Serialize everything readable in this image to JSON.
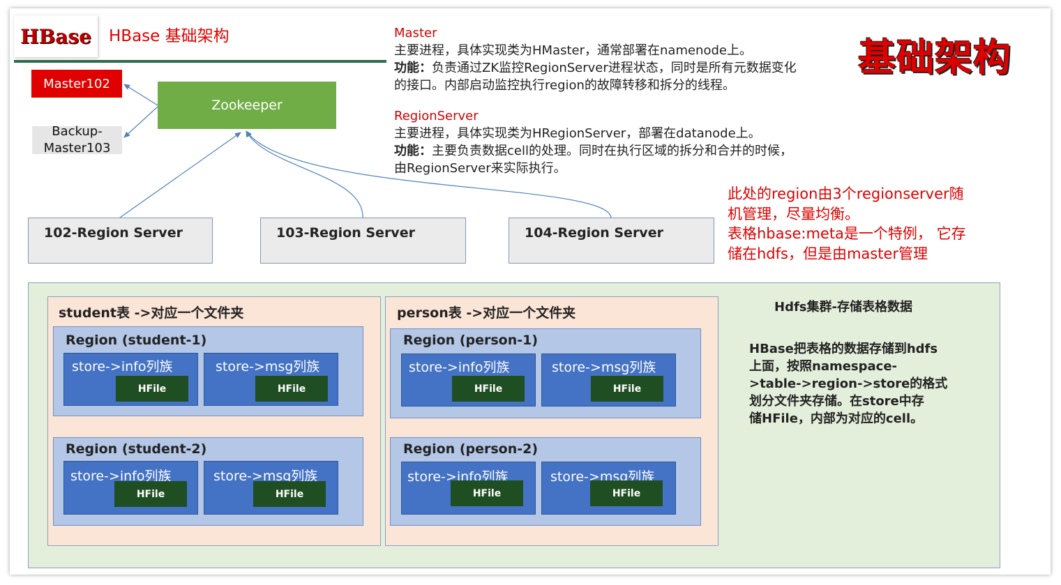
{
  "header": {
    "logo_text": "HBase",
    "title": "HBase 基础架构",
    "big_title": "基础架构"
  },
  "master_desc": {
    "heading": "Master",
    "line1": "主要进程，具体实现类为HMaster，通常部署在namenode上。",
    "func_label": "功能：",
    "line2": "负责通过ZK监控RegionServer进程状态，同时是所有元数据变化",
    "line3": "的接口。内部启动监控执行region的故障转移和拆分的线程。"
  },
  "regionserver_desc": {
    "heading": "RegionServer",
    "line1": "主要进程，具体实现类为HRegionServer，部署在datanode上。",
    "func_label": "功能：",
    "line2": "主要负责数据cell的处理。同时在执行区域的拆分和合并的时候，",
    "line3": "由RegionServer来实际执行。"
  },
  "note": {
    "line1": "此处的region由3个regionserver随",
    "line2": "机管理，尽量均衡。",
    "line3": "表格hbase:meta是一个特例， 它存",
    "line4": "储在hdfs，但是由master管理"
  },
  "nodes": {
    "master": "Master102",
    "backup_line1": "Backup-",
    "backup_line2": "Master103",
    "zookeeper": "Zookeeper",
    "rs1": "102-Region Server",
    "rs2": "103-Region Server",
    "rs3": "104-Region Server"
  },
  "hdfs": {
    "title": "Hdfs集群-存储表格数据",
    "desc_line1": "HBase把表格的数据存储到hdfs",
    "desc_line2": "上面，按照namespace-",
    "desc_line3": ">table->region->store的格式",
    "desc_line4": "划分文件夹存储。在store中存",
    "desc_line5": "储HFile，内部为对应的cell。",
    "tables": [
      {
        "label": "student表 ->对应一个文件夹",
        "regions": [
          {
            "label": "Region (student-1)",
            "stores": [
              {
                "label": "store->info列族",
                "hfile": "HFile"
              },
              {
                "label": "store->msg列族",
                "hfile": "HFile"
              }
            ]
          },
          {
            "label": "Region (student-2)",
            "stores": [
              {
                "label": "store->info列族",
                "hfile": "HFile"
              },
              {
                "label": "store->msg列族",
                "hfile": "HFile"
              }
            ]
          }
        ]
      },
      {
        "label": "person表 ->对应一个文件夹",
        "regions": [
          {
            "label": "Region (person-1)",
            "stores": [
              {
                "label": "store->info列族",
                "hfile": "HFile"
              },
              {
                "label": "store->msg列族",
                "hfile": "HFile"
              }
            ]
          },
          {
            "label": "Region (person-2)",
            "stores": [
              {
                "label": "store->info列族",
                "hfile": "HFile"
              },
              {
                "label": "store->msg列族",
                "hfile": "HFile"
              }
            ]
          }
        ]
      }
    ]
  },
  "colors": {
    "accent_red": "#e00000",
    "zookeeper_green": "#70ad47",
    "store_blue": "#4472c4",
    "hfile_green": "#1f4e23",
    "region_blue": "#b4c7e7",
    "table_peach": "#fbe5d6",
    "hdfs_green": "#e4efdb",
    "arrow_blue": "#4f81bd"
  }
}
